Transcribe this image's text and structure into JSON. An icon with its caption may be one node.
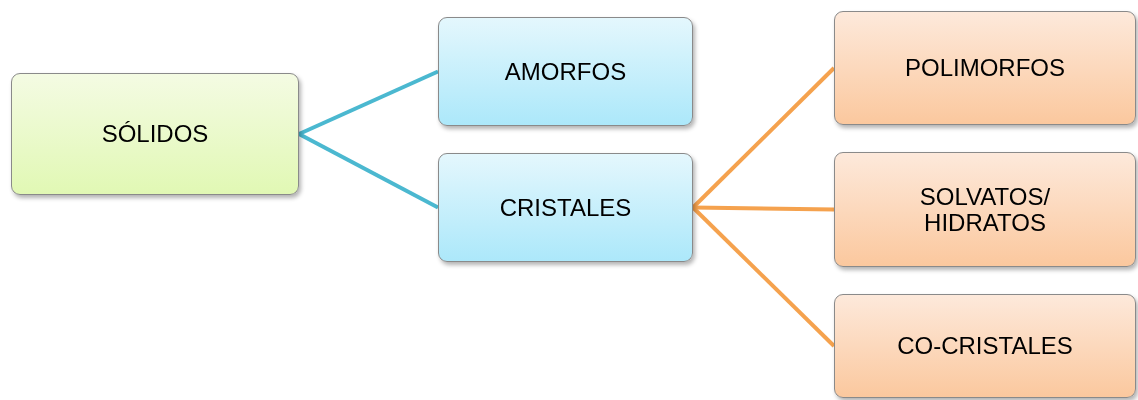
{
  "diagram": {
    "nodes": [
      {
        "text": [
          "SÓLIDOS"
        ]
      },
      {
        "text": [
          "AMORFOS"
        ]
      },
      {
        "text": [
          "CRISTALES"
        ]
      },
      {
        "text": [
          "POLIMORFOS"
        ]
      },
      {
        "text": [
          "SOLVATOS/ HIDRATOS"
        ]
      },
      {
        "text": [
          "CO-CRISTALES"
        ]
      }
    ],
    "edges": [
      {
        "from": 0,
        "to": 1,
        "arrow": "none",
        "color": "#4bb8d0"
      },
      {
        "from": 0,
        "to": 2,
        "arrow": "none",
        "color": "#4bb8d0"
      },
      {
        "from": 2,
        "to": 3,
        "arrow": "none"
      },
      {
        "from": 2,
        "to": 4,
        "arrow": "none"
      },
      {
        "from": 2,
        "to": 5,
        "arrow": "none"
      }
    ]
  }
}
